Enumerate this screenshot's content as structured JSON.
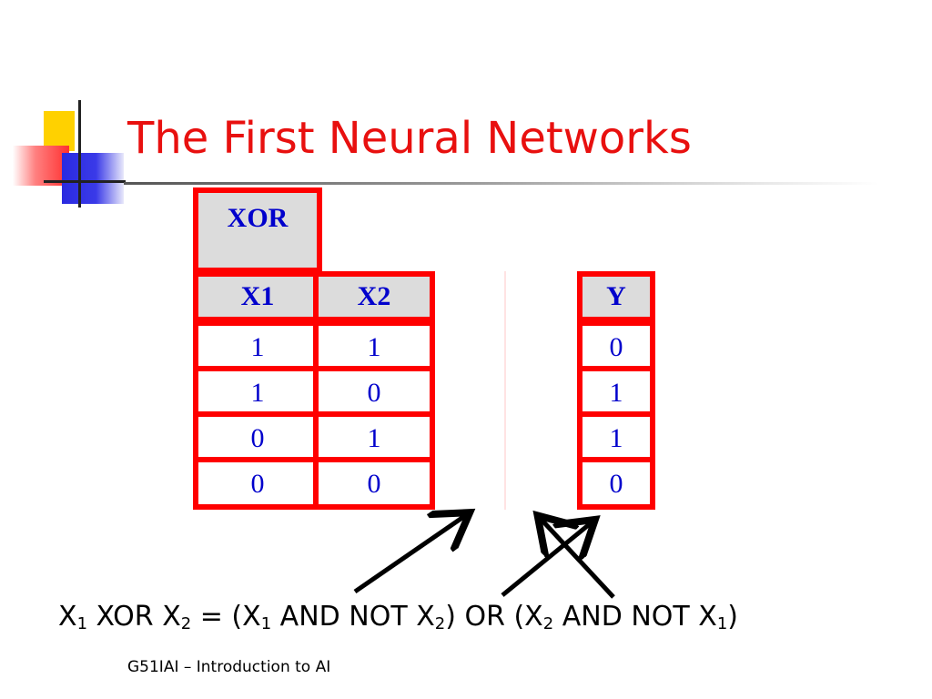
{
  "slide": {
    "title": "The First Neural Networks",
    "footer": "G51IAI – Introduction to AI"
  },
  "table": {
    "name_header": "XOR",
    "input_headers": [
      "X1",
      "X2"
    ],
    "output_header": "Y",
    "rows": [
      {
        "x1": "1",
        "x2": "1",
        "y": "0"
      },
      {
        "x1": "1",
        "x2": "0",
        "y": "1"
      },
      {
        "x1": "0",
        "x2": "1",
        "y": "1"
      },
      {
        "x1": "0",
        "x2": "0",
        "y": "0"
      }
    ]
  },
  "formula": {
    "x": "X",
    "s1": "1",
    "s2": "2",
    "xor": " XOR ",
    "eq_open": " = (",
    "and_not": " AND NOT ",
    "or_open": ") OR (",
    "close": ")"
  },
  "colors": {
    "title": "#e8100f",
    "table_border": "#ff0000",
    "table_text": "#0000cc",
    "header_fill": "#dcdcdc"
  }
}
